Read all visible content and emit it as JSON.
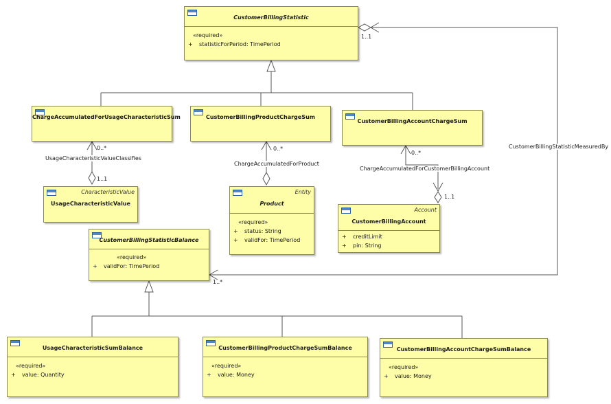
{
  "classes": {
    "cbs": {
      "name": "CustomerBillingStatistic",
      "stereotype": "«required»",
      "attrs": [
        {
          "vis": "+",
          "text": "statisticForPeriod: TimePeriod"
        }
      ]
    },
    "cafu": {
      "name": "ChargeAccumulatedForUsageCharacteristicSum"
    },
    "cbpcs": {
      "name": "CustomerBillingProductChargeSum"
    },
    "cbacs": {
      "name": "CustomerBillingAccountChargeSum"
    },
    "ucv": {
      "type": "CharacteristicValue",
      "name": "UsageCharacteristicValue"
    },
    "prod": {
      "type": "Entity",
      "name": "Product",
      "stereotype": "«required»",
      "attrs": [
        {
          "vis": "+",
          "text": "status: String"
        },
        {
          "vis": "+",
          "text": "validFor: TimePeriod"
        }
      ]
    },
    "cba": {
      "type": "Account",
      "name": "CustomerBillingAccount",
      "attrs": [
        {
          "vis": "+",
          "text": "creditLimit"
        },
        {
          "vis": "+",
          "text": "pin: String"
        }
      ]
    },
    "cbsb": {
      "name": "CustomerBillingStatisticBalance",
      "stereotype": "«required»",
      "attrs": [
        {
          "vis": "+",
          "text": "validFor: TimePeriod"
        }
      ]
    },
    "ucsb": {
      "name": "UsageCharacteristicSumBalance",
      "stereotype": "«required»",
      "attrs": [
        {
          "vis": "+",
          "text": "value: Quantity"
        }
      ]
    },
    "cbpcsb": {
      "name": "CustomerBillingProductChargeSumBalance",
      "stereotype": "«required»",
      "attrs": [
        {
          "vis": "+",
          "text": "value: Money"
        }
      ]
    },
    "cbacsb": {
      "name": "CustomerBillingAccountChargeSumBalance",
      "stereotype": "«required»",
      "attrs": [
        {
          "vis": "+",
          "text": "value: Money"
        }
      ]
    }
  },
  "associations": {
    "ucvc": {
      "name": "UsageCharacteristicValueClassifies",
      "source_mult": "0..*",
      "target_mult": "1..1"
    },
    "cafp": {
      "name": "ChargeAccumulatedForProduct",
      "source_mult": "0..*"
    },
    "cafcba": {
      "name": "ChargeAccumulatedForCustomerBillingAccount",
      "source_mult": "0..*",
      "target_mult": "1..1"
    },
    "cbsmb": {
      "name": "CustomerBillingStatisticMeasuredBy",
      "source_mult": "1..1",
      "target_mult": "1..*"
    }
  },
  "colors": {
    "class_fill": "#fefea8",
    "class_border": "#8a8a4a",
    "line": "#555555",
    "icon": "#4f86c6"
  }
}
